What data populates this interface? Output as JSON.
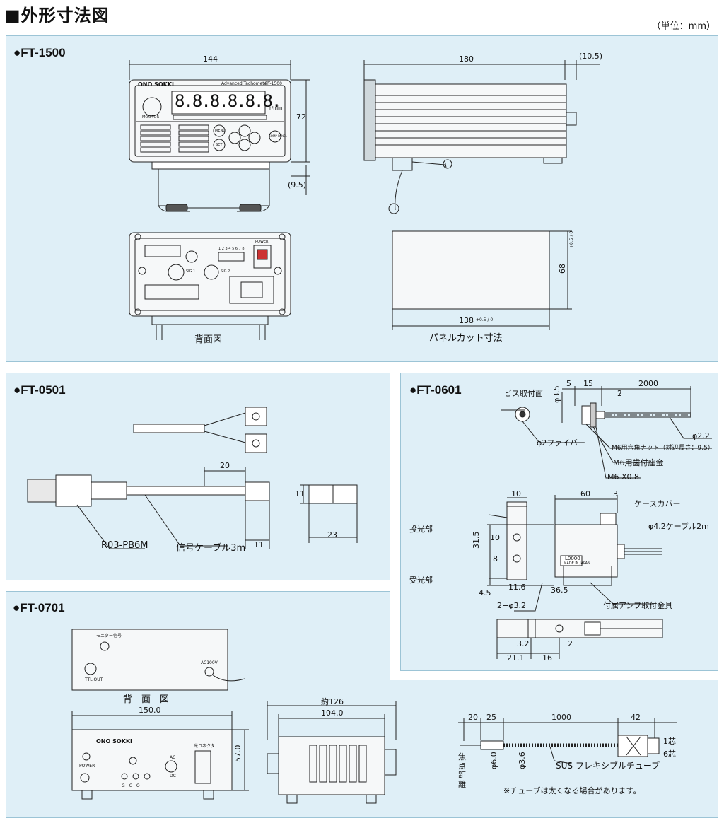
{
  "page": {
    "title": "■外形寸法図",
    "unit": "（単位：mm）"
  },
  "ft1500": {
    "title": "●FT-1500",
    "dims": {
      "w144": "144",
      "h72": "72",
      "d95": "(9.5)",
      "w180": "180",
      "d105": "(10.5)",
      "cut_h": "68",
      "cut_h_tol": "+0.5 / 0",
      "cut_w": "138",
      "cut_w_tol": "+0.5 / 0"
    },
    "front": {
      "brand": "ONO SOKKI",
      "model_text": "Advanced Tachometer",
      "model_no": "FT-1500",
      "display": "8.8.8.8.8.8.",
      "unit": "r/min",
      "monitor": "MONITOR",
      "keys": [
        "MENU",
        "SET",
        "COMP PANEL"
      ]
    },
    "rear_label": "背面図",
    "cutout_label": "パネルカット寸法",
    "rear": {
      "power": "POWER",
      "sig1": "SIG 1",
      "sig2": "SIG 2",
      "dip": "1 2 3 4 5 6 7 8"
    }
  },
  "ft0501": {
    "title": "●FT-0501",
    "dims": {
      "d20": "20",
      "d11a": "11",
      "d11b": "11",
      "d23": "23"
    },
    "labels": {
      "connector": "R03-PB6M",
      "cable": "信号ケーブル3m"
    }
  },
  "ft0601": {
    "title": "●FT-0601",
    "dims": {
      "phi35": "φ3.5",
      "d5": "5",
      "d15": "15",
      "d2000": "2000",
      "d2": "2",
      "d60": "60",
      "d3": "3",
      "d10a": "10",
      "d315": "31.5",
      "d10b": "10",
      "d8": "8",
      "d45": "4.5",
      "d116": "11.6",
      "d365": "36.5",
      "d32": "3.2",
      "d2b": "2",
      "d211": "21.1",
      "d16": "16"
    },
    "labels": {
      "screw_face": "ビス取付面",
      "fiber": "φ2ファイバー",
      "phi22": "φ2.2",
      "nut": "M6用六角ナット（対辺長さ：9.5）",
      "washer": "M6用歯付座金",
      "m6": "M6 X0.8",
      "cover": "ケースカバー",
      "cable42": "φ4.2ケーブル2m",
      "emit": "投光部",
      "recv": "受光部",
      "holes": "2−φ3.2",
      "bracket": "付属アンプ取付金具",
      "plate": "L0000",
      "plate2": "MADE IN JAPAN"
    }
  },
  "ft0701": {
    "title": "●FT-0701",
    "rear_label": "背　面　図",
    "dims": {
      "w150": "150.0",
      "h57": "57.0",
      "approx126": "約126",
      "w104": "104.0",
      "p20": "20",
      "p25": "25",
      "p1000": "1000",
      "p42": "42",
      "phi60": "φ6.0",
      "phi36": "φ3.6"
    },
    "labels": {
      "monitor_signal": "モニター信号",
      "ttl_out": "TTL OUT",
      "ac100v": "AC100V",
      "brand": "ONO SOKKI",
      "power": "POWER",
      "ac": "AC",
      "dc": "DC",
      "gco": "G　C　O",
      "optical": "光コネクタ",
      "focal": "焦点距離",
      "sus": "SUS フレキシブルチューブ",
      "core1": "1芯",
      "core6": "6芯",
      "note": "※チューブは太くなる場合があります。"
    }
  }
}
